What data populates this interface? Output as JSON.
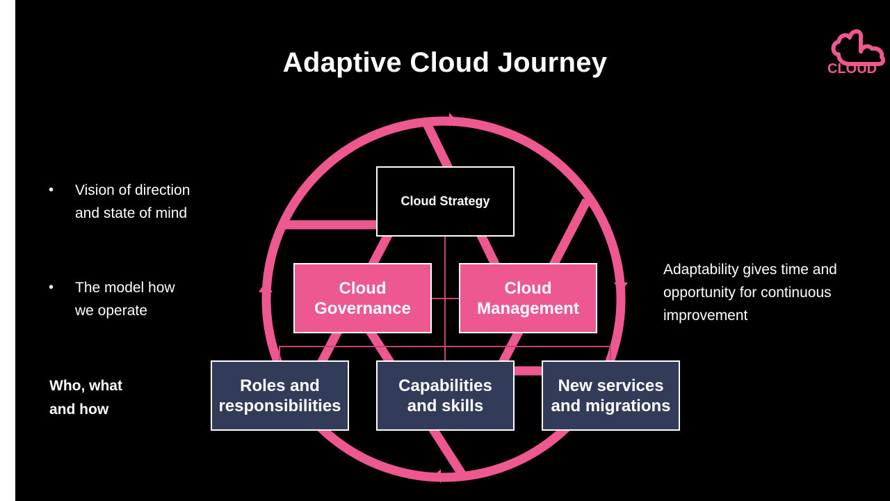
{
  "slide": {
    "title": "Adaptive Cloud Journey",
    "logo": {
      "icon": "cloud-icon",
      "text": "CLOUD",
      "color": "#ee5891"
    },
    "left_bullets": [
      {
        "line1": "Vision of direction",
        "line2": "and state of mind"
      },
      {
        "line1": "The model how",
        "line2": "we operate"
      }
    ],
    "left_footer": {
      "line1": "Who, what",
      "line2": "and how"
    },
    "right_text": "Adaptability gives time and opportunity for continuous improvement",
    "colors": {
      "background": "#000000",
      "accent": "#ee5891",
      "navy": "#323c58",
      "text": "#ffffff"
    }
  },
  "diagram": {
    "cycle_arrows": [
      "arrow-top-right",
      "arrow-right-down",
      "arrow-bottom-left",
      "arrow-left-up"
    ],
    "top": {
      "label": "Cloud Strategy"
    },
    "middle": [
      {
        "label": "Cloud\nGovernance"
      },
      {
        "label": "Cloud\nManagement"
      }
    ],
    "bottom": [
      {
        "label": "Roles and\nresponsibilities"
      },
      {
        "label": "Capabilities\nand skills"
      },
      {
        "label": "New services\nand migrations"
      }
    ]
  }
}
